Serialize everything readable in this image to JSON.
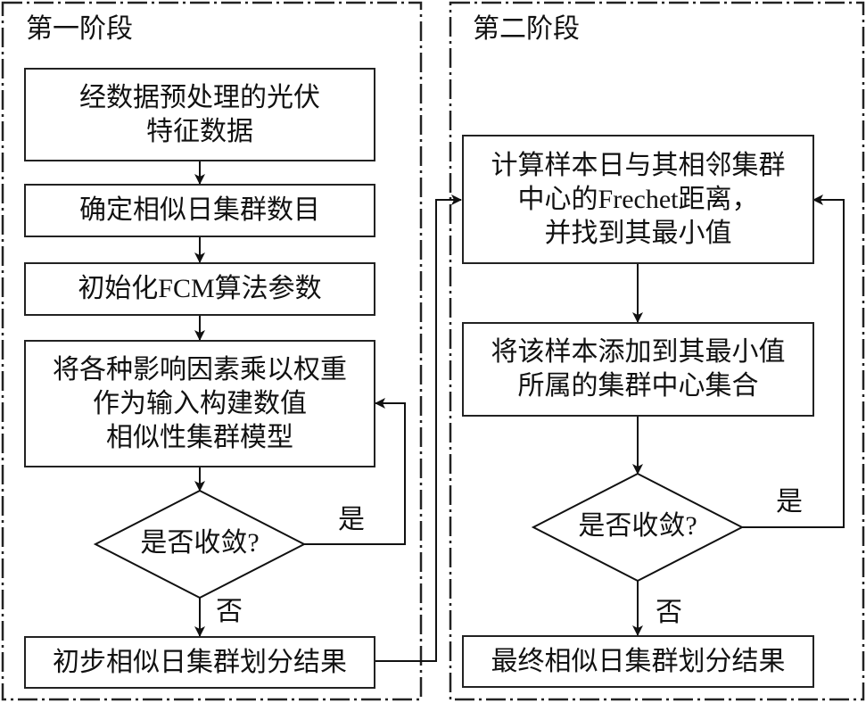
{
  "stage1": {
    "title": "第一阶段",
    "steps": [
      "经数据预处理的光伏\n特征数据",
      "确定相似日集群数目",
      "初始化FCM算法参数",
      "将各种影响因素乘以权重\n作为输入构建数值\n相似性集群模型"
    ],
    "decision": "是否收敛?",
    "yes_label": "是",
    "no_label": "否",
    "result": "初步相似日集群划分结果"
  },
  "stage2": {
    "title": "第二阶段",
    "steps": [
      "计算样本日与其相邻集群\n中心的Frechet距离，\n并找到其最小值",
      "将该样本添加到其最小值\n所属的集群中心集合"
    ],
    "decision": "是否收敛?",
    "yes_label": "是",
    "no_label": "否",
    "result": "最终相似日集群划分结果"
  }
}
